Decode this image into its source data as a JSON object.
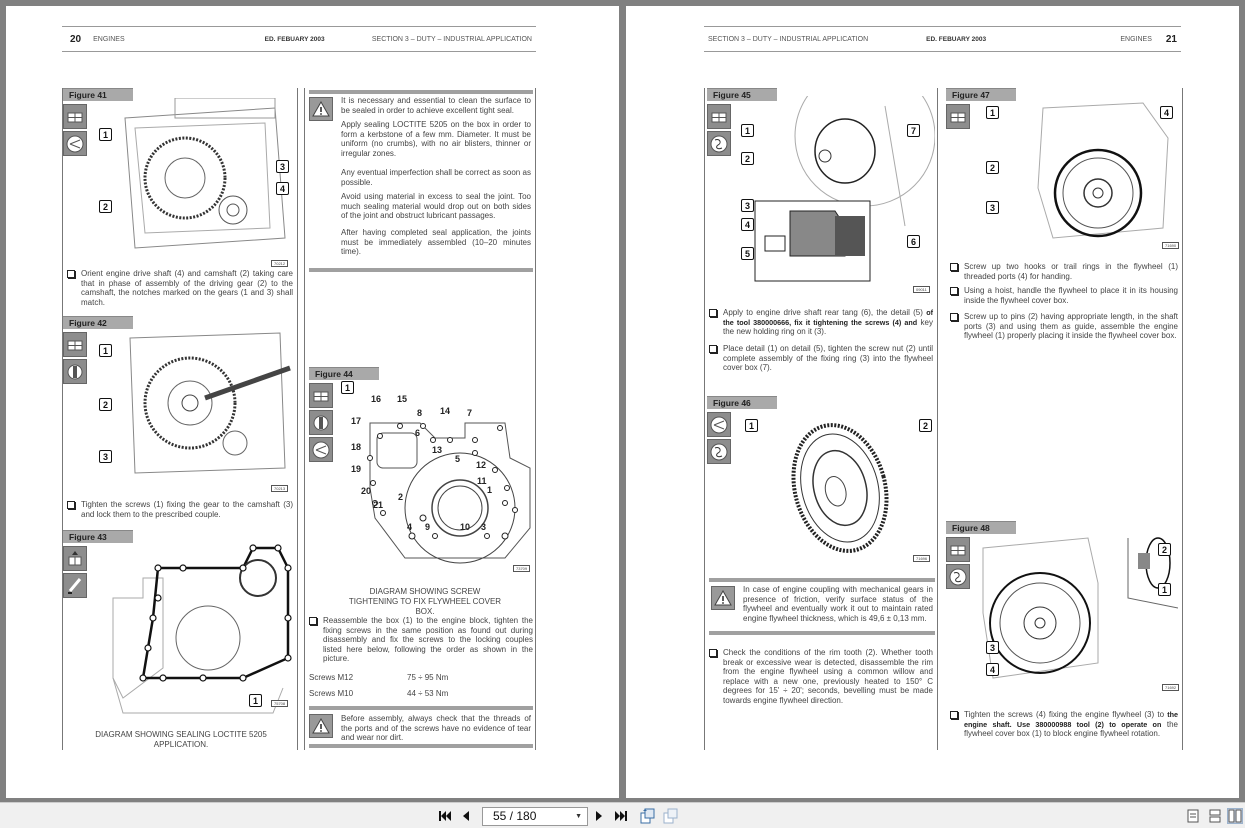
{
  "left_page": {
    "header": {
      "page_number": "20",
      "section_left": "ENGINES",
      "edition": "ED. FEBUARY 2003",
      "section_right": "SECTION 3 – DUTY – INDUSTRIAL APPLICATION"
    },
    "figures": {
      "fig41": {
        "label": "Figure 41",
        "code": "70212",
        "callouts": [
          "1",
          "2",
          "3",
          "4"
        ],
        "icons": [
          "disassembly-icon",
          "angle-gauge-icon"
        ]
      },
      "fig42": {
        "label": "Figure 42",
        "code": "70213",
        "callouts": [
          "1",
          "2",
          "3"
        ],
        "icons": [
          "disassembly-icon",
          "torque-icon"
        ]
      },
      "fig43": {
        "label": "Figure 43",
        "code": "75708",
        "callouts": [
          "1"
        ],
        "icons": [
          "assembly-icon",
          "sealant-icon"
        ]
      },
      "fig44": {
        "label": "Figure 44",
        "code": "73709",
        "callouts": [
          "1"
        ],
        "icons": [
          "disassembly-icon",
          "torque-icon",
          "angle-gauge-icon"
        ],
        "screw_numbers": [
          "16",
          "15",
          "8",
          "14",
          "7",
          "17",
          "6",
          "18",
          "13",
          "5",
          "12",
          "19",
          "11",
          "20",
          "2",
          "1",
          "21",
          "4",
          "9",
          "10",
          "3"
        ]
      }
    },
    "text": {
      "fig41_step": "Orient engine drive shaft (4) and camshaft (2) taking care that in phase of assembly of the driving gear (2) to the camshaft, the notches marked on the gears (1 and 3) shall match.",
      "fig42_step": "Tighten the screws (1) fixing the gear to the camshaft (3) and lock them to the prescribed couple.",
      "fig43_caption": "DIAGRAM SHOWING SEALING LOCTITE 5205 APPLICATION.",
      "warning1": [
        "It is necessary and essential to clean the surface to be sealed in order to achieve excellent tight seal.",
        "Apply sealing LOCTITE 5205 on the box in order to form a kerbstone of a few mm. Diameter. It must be uniform (no crumbs), with no air blisters, thinner or irregular zones.",
        "Any eventual imperfection shall be correct as soon as possible.",
        "Avoid using material in excess to seal the joint. Too much sealing material would drop out on both sides of the joint and obstruct lubricant passages.",
        "After having completed seal application, the joints must be immediately assembled (10–20 minutes time)."
      ],
      "fig44_caption": "DIAGRAM SHOWING SCREW TIGHTENING TO FIX FLYWHEEL COVER BOX.",
      "fig44_step": "Reassemble the box (1) to the engine block, tighten the fixing screws in the same position as found out during disassembly and fix the screws to the locking couples listed here below, following the order as shown in the picture.",
      "torque_table": [
        {
          "screw": "Screws M12",
          "value": "75 ÷ 95 Nm"
        },
        {
          "screw": "Screws M10",
          "value": "44 ÷ 53 Nm"
        }
      ],
      "warning2": "Before assembly, always check that the threads of the ports and of the screws have no evidence of tear and wear nor dirt."
    }
  },
  "right_page": {
    "header": {
      "section_left": "SECTION 3 – DUTY – INDUSTRIAL APPLICATION",
      "edition": "ED. FEBUARY 2003",
      "section_right": "ENGINES",
      "page_number": "21"
    },
    "figures": {
      "fig45": {
        "label": "Figure 45",
        "code": "09011",
        "callouts": [
          "1",
          "2",
          "3",
          "4",
          "5",
          "6",
          "7"
        ],
        "icons": [
          "disassembly-icon",
          "tool-icon"
        ]
      },
      "fig46": {
        "label": "Figure 46",
        "code": "71696",
        "callouts": [
          "1",
          "2"
        ],
        "icons": [
          "angle-gauge-icon",
          "tool-icon"
        ]
      },
      "fig47": {
        "label": "Figure 47",
        "code": "71690",
        "callouts": [
          "1",
          "2",
          "3",
          "4"
        ],
        "icons": [
          "disassembly-icon"
        ]
      },
      "fig48": {
        "label": "Figure 48",
        "code": "71692",
        "callouts": [
          "1",
          "2",
          "3",
          "4"
        ],
        "icons": [
          "disassembly-icon",
          "tool-icon"
        ]
      }
    },
    "text": {
      "fig45_step1_a": "Apply to engine drive shaft rear tang (6), the detail (5)",
      "fig45_step1_b": "of the tool 380000666, fix it tightening the screws (4) and",
      "fig45_step1_c": "key the new holding ring on it (3).",
      "fig45_step2": "Place detail (1) on detail (5), tighten the screw nut (2) until complete assembly of the fixing ring (3) into the flywheel cover box (7).",
      "warning3": "In case of engine coupling with mechanical gears in presence of friction, verify surface status of the flywheel and eventually work it out to maintain rated engine flywheel thickness, which is 49,6 ± 0,13 mm.",
      "fig46_step": "Check the conditions of the rim tooth (2). Whether tooth break or excessive wear is detected, disassemble the rim from the engine flywheel using a common willow and replace with a new one, previously heated to 150° C degrees for 15' ÷ 20'; seconds, bevelling must be made towards engine flywheel direction.",
      "fig47_step1": "Screw up two hooks or trail rings in the flywheel (1) threaded ports (4) for handing.",
      "fig47_step2": "Using a hoist, handle the flywheel to place it in its housing inside the flywheel cover box.",
      "fig47_step3": "Screw up to pins (2) having appropriate length, in the shaft ports (3) and using them as guide, assemble the engine flywheel (1) properly placing it inside the flywheel cover box.",
      "fig48_step_a": "Tighten the screws (4) fixing the engine flywheel (3) to",
      "fig48_step_b": "the engine shaft. Use 380000988 tool (2) to operate on",
      "fig48_step_c": "the flywheel cover box (1) to block engine flywheel rotation."
    }
  },
  "toolbar": {
    "first_page": "first-page",
    "prev_page": "previous-page",
    "page_indicator": "55 / 180",
    "next_page": "next-page",
    "last_page": "last-page",
    "current_page": 55,
    "total_pages": 180,
    "view_modes": [
      "single-page",
      "continuous",
      "two-page"
    ],
    "active_view_mode": "two-page"
  }
}
